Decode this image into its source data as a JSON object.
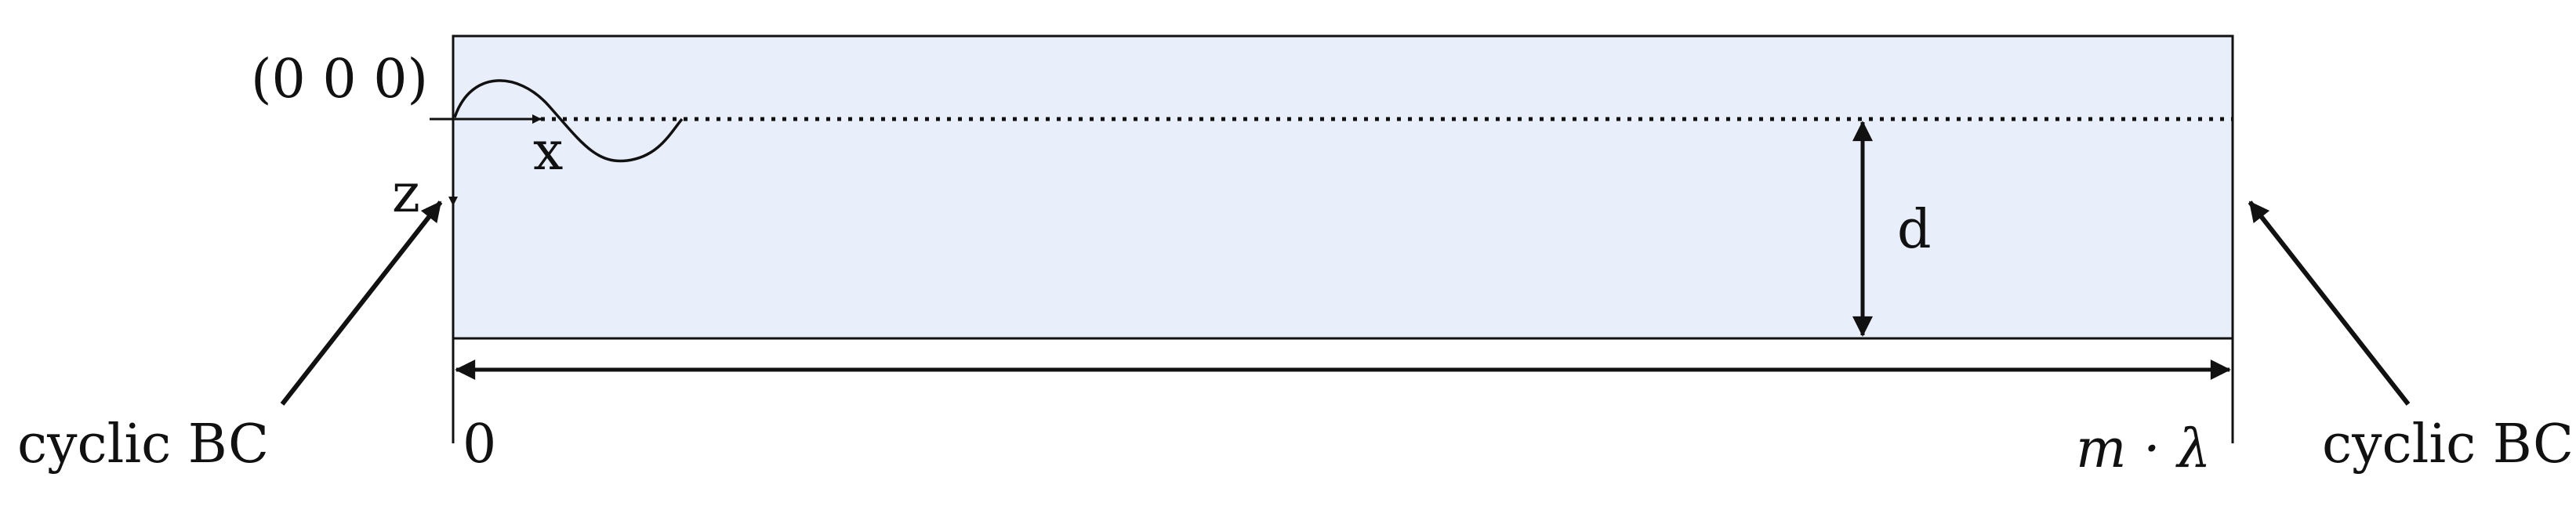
{
  "colors": {
    "slab_fill": "#e8eefa",
    "stroke": "#111111"
  },
  "labels": {
    "origin": "(0 0 0)",
    "x_axis": "x",
    "z_axis": "z",
    "thickness": "d",
    "left_boundary": "cyclic BC",
    "right_boundary": "cyclic BC",
    "length_start": "0",
    "length_end": "m · λ"
  }
}
